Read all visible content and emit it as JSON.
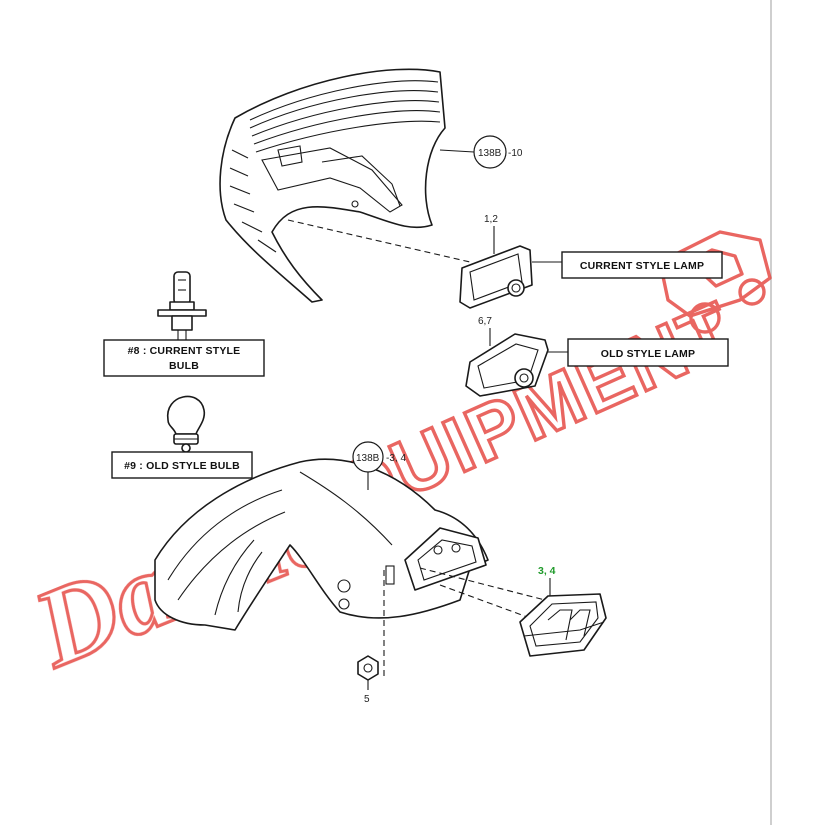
{
  "labels": {
    "current_style_lamp": "CURRENT STYLE LAMP",
    "old_style_lamp": "OLD STYLE LAMP",
    "current_bulb_line1": "#8 : CURRENT STYLE",
    "current_bulb_line2": "BULB",
    "old_bulb": "#9 : OLD STYLE BULB"
  },
  "callouts": {
    "hood_circle": "138B",
    "hood_suffix": "-10",
    "fender_circle": "138B",
    "fender_suffix": "-3, 4",
    "current_lamp_ref": "1,2",
    "old_lamp_ref": "6,7",
    "rear_lamp_ref": "3, 4",
    "nut_ref": "5"
  },
  "watermark": {
    "brand_script": "Danner",
    "brand_block": "EQUIPMENT",
    "color": "#e5453f"
  },
  "colors": {
    "line": "#1a1a1a",
    "highlight_ref": "#1f9a2a"
  }
}
